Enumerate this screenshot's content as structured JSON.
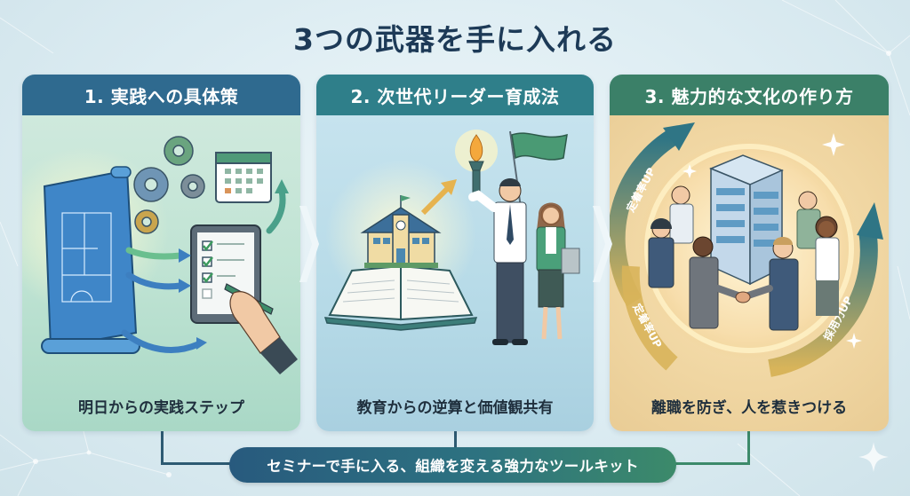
{
  "title": "3つの武器を手に入れる",
  "panels": [
    {
      "number": "1.",
      "header": "1. 実践への具体策",
      "caption": "明日からの実践ステップ",
      "header_color": "#2f6a8f",
      "illustration": [
        "blueprint-icon",
        "gears-icon",
        "calendar-icon",
        "tablet-checklist-icon",
        "hand-pen-icon",
        "arrow-icon"
      ]
    },
    {
      "number": "2.",
      "header": "2. 次世代リーダー育成法",
      "caption": "教育からの逆算と価値観共有",
      "header_color": "#2f7f8a",
      "illustration": [
        "open-book-icon",
        "school-building-icon",
        "torch-icon",
        "flag-icon",
        "leaders-people-icon",
        "arrow-up-icon"
      ]
    },
    {
      "number": "3.",
      "header": "3. 魅力的な文化の作り方",
      "caption": "離職を防ぎ、人を惹きつける",
      "header_color": "#3b8068",
      "illustration": [
        "office-building-icon",
        "handshake-people-icon",
        "circular-arrow-icon",
        "sparkle-icon"
      ],
      "arc_labels": [
        "定着率UP",
        "定着率UP",
        "採用力UP"
      ]
    }
  ],
  "footer": {
    "label": "セミナーで手に入る、組織を変える強力なツールキット"
  },
  "colors": {
    "title": "#1d3a57",
    "connector": "#2d5a72",
    "pill_start": "#285a7e",
    "pill_end": "#3c8a6a"
  }
}
